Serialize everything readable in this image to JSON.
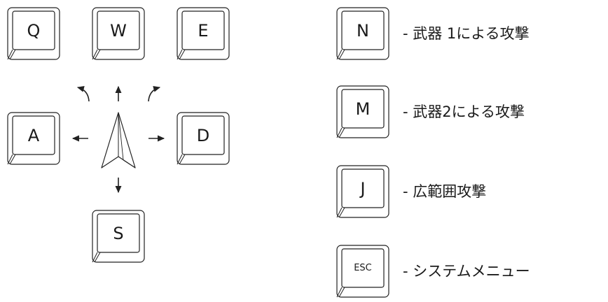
{
  "movement_keys": {
    "q": "Q",
    "w": "W",
    "e": "E",
    "a": "A",
    "d": "D",
    "s": "S"
  },
  "action_keys": [
    {
      "key": "N",
      "description": "- 武器 1による攻撃"
    },
    {
      "key": "M",
      "description": "- 武器2による攻撃"
    },
    {
      "key": "J",
      "description": "- 広範囲攻撃"
    },
    {
      "key": "ESC",
      "description": "- システムメニュー"
    }
  ]
}
